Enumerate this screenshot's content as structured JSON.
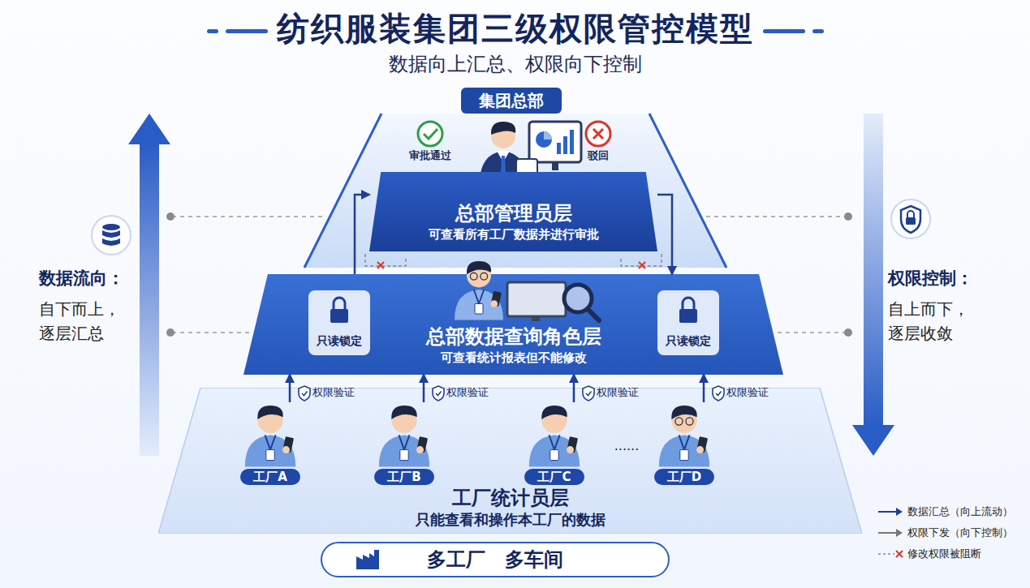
{
  "diagram": {
    "title": "纺织服装集团三级权限管控模型",
    "nodes": [
      {
        "text": [
          "集团总部"
        ]
      },
      {
        "text": [
          "总部管理员层",
          "可查看所有工厂数据并进行审批"
        ]
      },
      {
        "text": [
          "总部数据查询角色层",
          "可查看统计报表但不能修改"
        ]
      },
      {
        "text": [
          "工厂统计员层",
          "只能查看和操作本工厂的数据"
        ]
      },
      {
        "text": [
          "工厂A"
        ],
        "in": 3
      },
      {
        "text": [
          "工厂B"
        ],
        "in": 3
      },
      {
        "text": [
          "工厂C"
        ],
        "in": 3
      },
      {
        "text": [
          "工厂D"
        ],
        "in": 3
      },
      {
        "text": [
          "多工厂　多车间"
        ]
      }
    ],
    "edges": [
      {
        "from": 2,
        "to": 1,
        "arrow": "to"
      },
      {
        "from": 1,
        "to": 2,
        "arrow": "to"
      },
      {
        "from": 4,
        "to": 2,
        "arrow": "to"
      },
      {
        "from": 5,
        "to": 2,
        "arrow": "to"
      },
      {
        "from": 6,
        "to": 2,
        "arrow": "to"
      },
      {
        "from": 7,
        "to": 2,
        "arrow": "to"
      }
    ],
    "labels": [
      "数据向上汇总、权限向下控制",
      "审批通过",
      "驳回",
      "只读锁定",
      "只读锁定",
      "权限验证",
      "权限验证",
      "权限验证",
      "权限验证",
      "......",
      "数据流向：",
      "自下而上， 逐层汇总",
      "权限控制：",
      "自上而下， 逐层收敛"
    ],
    "legend": [
      {
        "text": "数据汇总（向上流动）"
      },
      {
        "text": "权限下发（向下控制）"
      },
      {
        "text": "修改权限被阻断"
      }
    ]
  }
}
